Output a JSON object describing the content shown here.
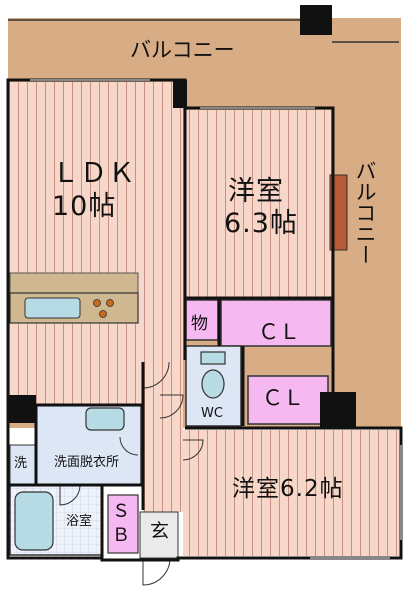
{
  "rooms": {
    "balcony_top": "バルコニー",
    "balcony_right": "バルコニー",
    "ldk_name": "ＬＤＫ",
    "ldk_size": "10帖",
    "western1_name": "洋室",
    "western1_size": "6.3帖",
    "western2": "洋室6.2帖",
    "storage": "物",
    "closet1": "ＣＬ",
    "closet2": "ＣＬ",
    "wc": "WC",
    "washing_machine": "洗",
    "dressing": "洗面脱衣所",
    "bathroom": "浴室",
    "shoe_box": "ＳＢ",
    "entrance": "玄"
  },
  "colors": {
    "balcony": "#d8ad86",
    "floor_wood": "#f6d7c9",
    "floor_line": "#c48a78",
    "closet": "#f6b8f0",
    "wet_area": "#dce6f5",
    "kitchen": "#cfb88f",
    "wall": "#111111",
    "fixture": "#b7dbe5",
    "door_panel": "#b85a35"
  }
}
